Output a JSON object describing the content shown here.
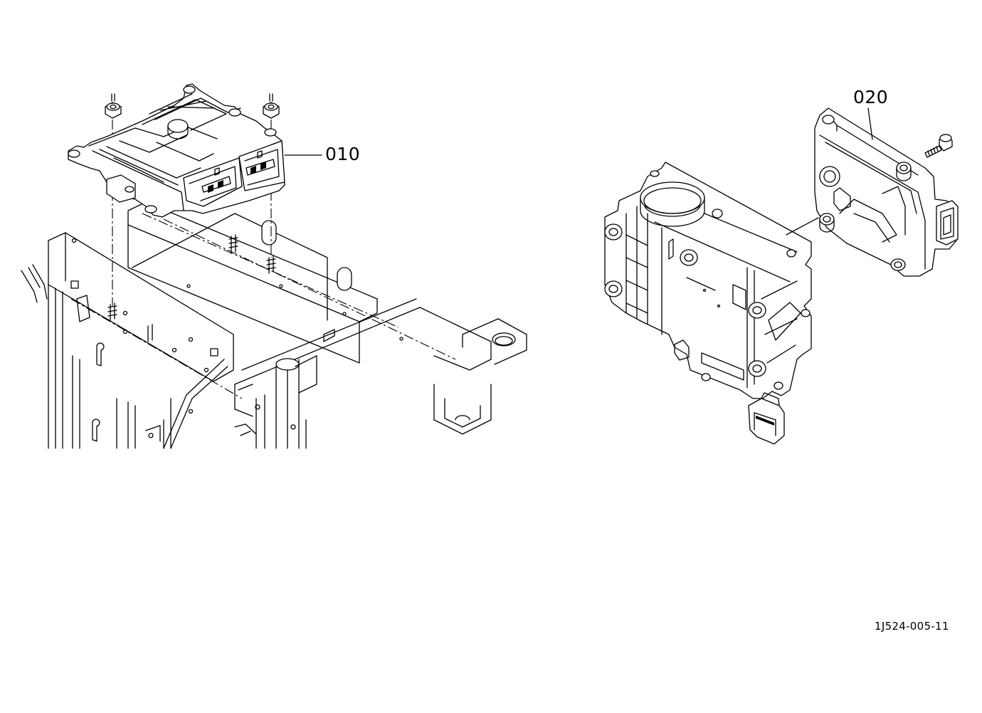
{
  "callouts": {
    "part_010": "010",
    "part_020": "020"
  },
  "drawing_number": "1J524-005-11"
}
